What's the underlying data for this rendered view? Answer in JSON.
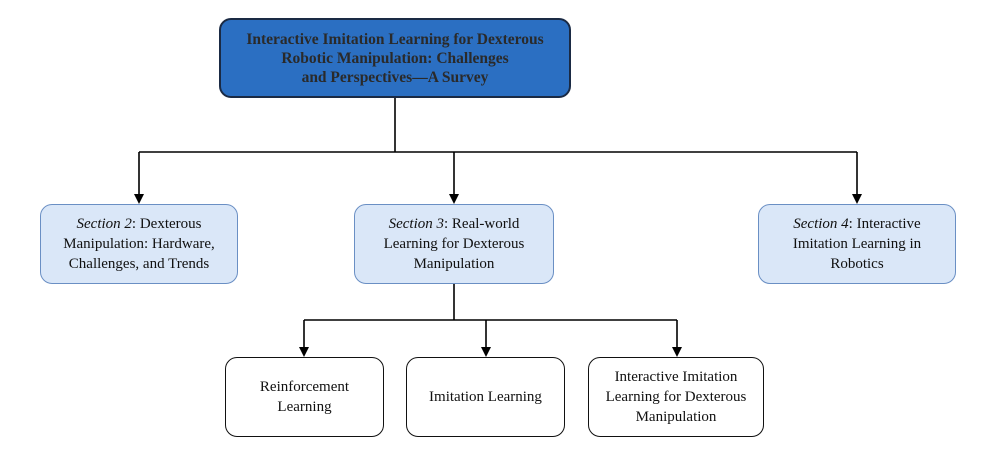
{
  "diagram": {
    "root": {
      "line1": "Interactive Imitation Learning for Dexterous",
      "line2": "Robotic Manipulation: Challenges",
      "line3": "and Perspectives—A Survey"
    },
    "sections": [
      {
        "label": "Section 2",
        "rest1": ": Dexterous",
        "line2": "Manipulation: Hardware,",
        "line3": "Challenges, and Trends"
      },
      {
        "label": "Section 3",
        "rest1": ": Real-world",
        "line2": "Learning for Dexterous",
        "line3": "Manipulation"
      },
      {
        "label": "Section 4",
        "rest1": ": Interactive",
        "line2": "Imitation Learning in",
        "line3": "Robotics"
      }
    ],
    "subtopics": [
      {
        "line1": "Reinforcement Learning"
      },
      {
        "line1": "Imitation Learning"
      },
      {
        "line1": "Interactive Imitation",
        "line2": "Learning for Dexterous",
        "line3": "Manipulation"
      }
    ],
    "colors": {
      "root_fill": "#2b6fc2",
      "root_border": "#1a2a44",
      "section_fill": "#dae7f8",
      "section_border": "#6a8fc4",
      "leaf_border": "#111111",
      "connector": "#000000"
    }
  }
}
